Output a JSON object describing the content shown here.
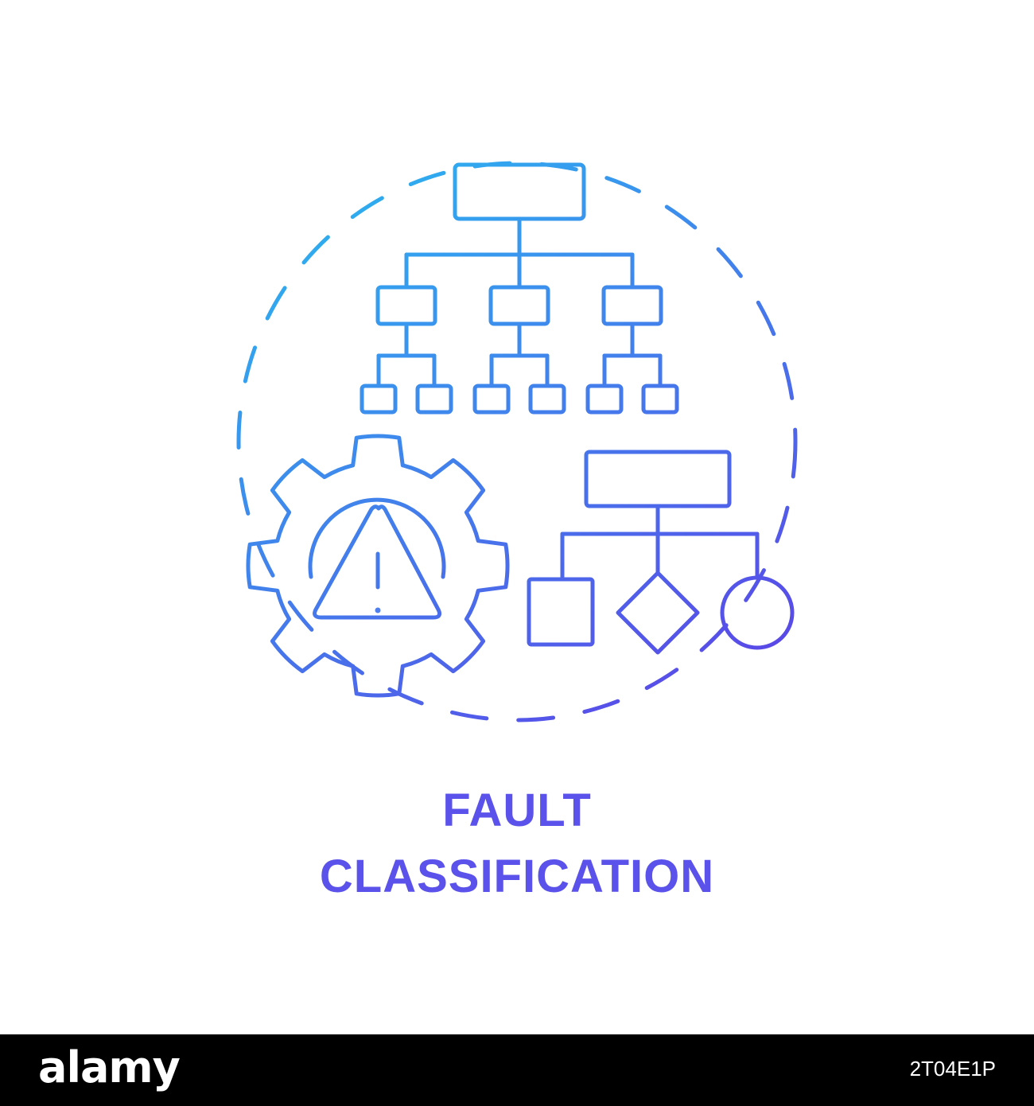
{
  "caption": {
    "line1": "FAULT",
    "line2": "CLASSIFICATION"
  },
  "footer": {
    "brand": "alamy",
    "image_id": "2T04E1P"
  },
  "colors": {
    "gradient_start": "#2bb5f0",
    "gradient_end": "#5b46e8",
    "caption": "#5a52ea",
    "footer_bg": "#000000",
    "footer_text": "#ffffff"
  },
  "icons": [
    "dashed-circle",
    "hierarchy-chart-icon",
    "gear-warning-icon",
    "flowchart-shapes-icon"
  ]
}
